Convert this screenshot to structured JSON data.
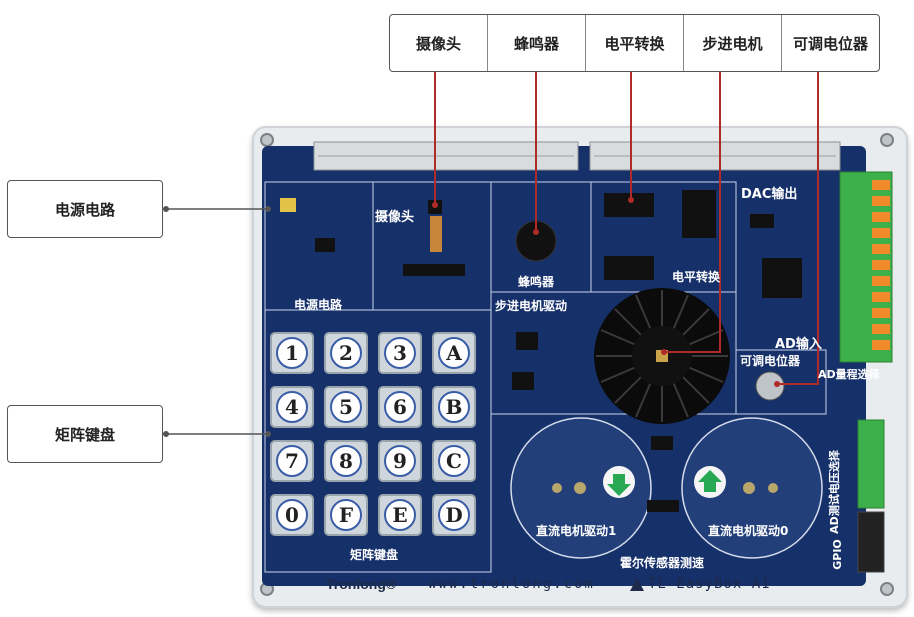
{
  "callouts": {
    "top": [
      "摄像头",
      "蜂鸣器",
      "电平转换",
      "步进电机",
      "可调电位器"
    ],
    "left": [
      "电源电路",
      "矩阵键盘"
    ]
  },
  "board": {
    "silk": {
      "power": "电源电路",
      "camera": "摄像头",
      "buzzer": "蜂鸣器",
      "level_shift": "电平转换",
      "stepper": "步进电机驱动",
      "dac": "DAC输出",
      "ad_in": "AD输入",
      "pot": "可调电位器",
      "ad_range": "AD量程选择",
      "ad_test": "AD测试电压选择",
      "gpio": "GPIO",
      "keypad": "矩阵键盘",
      "dc1": "直流电机驱动1",
      "dc0": "直流电机驱动0",
      "hall": "霍尔传感器测速"
    },
    "keys": [
      "1",
      "2",
      "3",
      "A",
      "4",
      "5",
      "6",
      "B",
      "7",
      "8",
      "9",
      "C",
      "0",
      "F",
      "E",
      "D"
    ],
    "brand": "Tronlong®",
    "url": "www.tronlong.com",
    "model": "TL-EasyBox-A1",
    "colors": {
      "pcb": "#16306a",
      "terminal": "#3db04b",
      "leader": "#b02a2a"
    }
  }
}
